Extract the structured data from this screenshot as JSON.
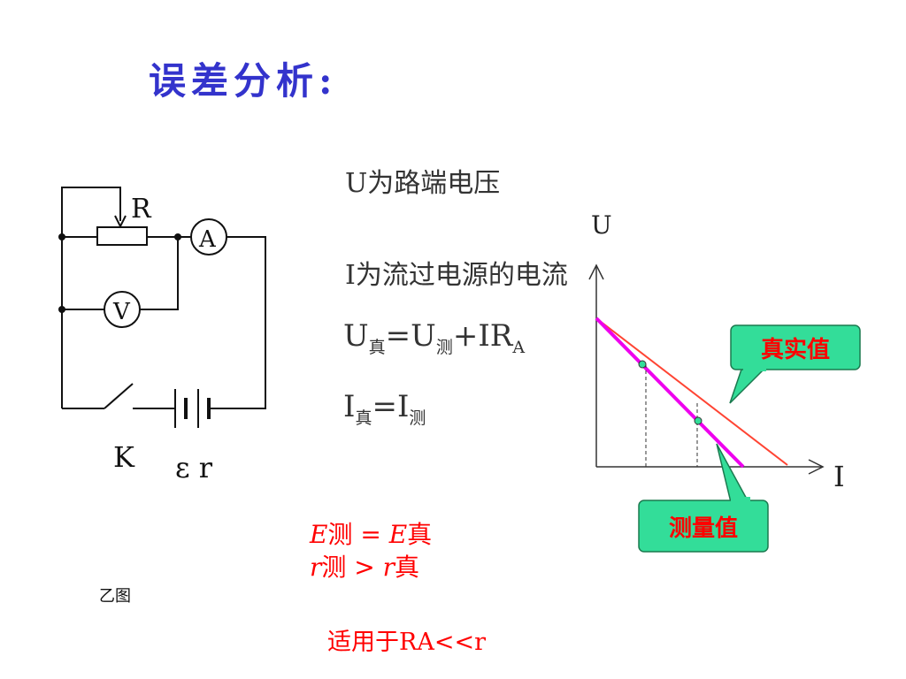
{
  "title": "误差分析:",
  "text_lines": {
    "u_desc": "U为路端电压",
    "i_desc": "I为流过电源的电流"
  },
  "equations": {
    "eq1": {
      "lhs_main": "U",
      "lhs_sub": "真",
      "mid": "=U",
      "mid_sub": "测",
      "rhs": "+IR",
      "rhs_sub": "A"
    },
    "eq2": {
      "lhs_main": "I",
      "lhs_sub": "真",
      "mid": "=I",
      "mid_sub": "测"
    }
  },
  "conclusion": {
    "line1_a": "E",
    "line1_b": "测 = ",
    "line1_c": "E",
    "line1_d": "真",
    "line2_a": "r",
    "line2_b": "测 > ",
    "line2_c": "r",
    "line2_d": "真"
  },
  "caption": "乙图",
  "applicability": "适用于RA<<r",
  "circuit": {
    "label_R": "R",
    "label_A": "A",
    "label_V": "V",
    "label_K": "K",
    "label_emf": "ε r"
  },
  "graph": {
    "axis_u": "U",
    "axis_i": "I",
    "callout_true": "真实值",
    "callout_measured": "测量值"
  },
  "colors": {
    "title": "#3333cc",
    "true_line": "#ff4433",
    "measured_line": "#ee00ee",
    "callout_fill": "#33dd99",
    "red_text": "#ff0000"
  }
}
